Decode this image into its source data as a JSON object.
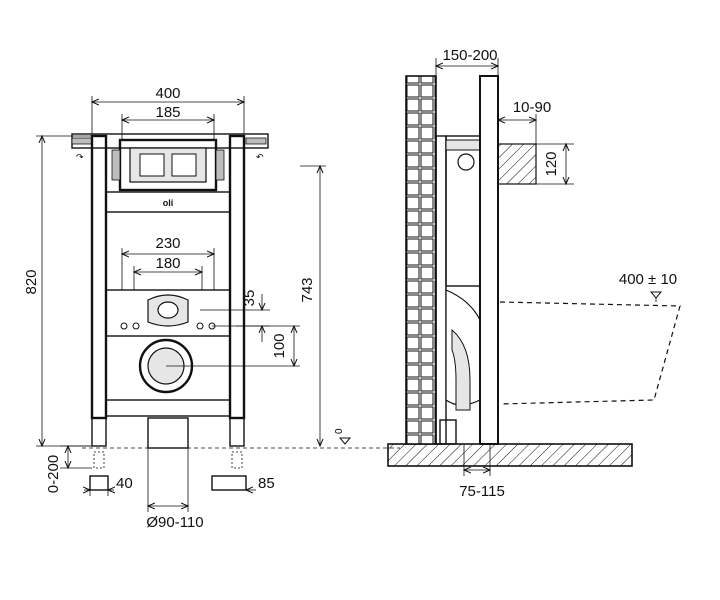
{
  "front_view": {
    "width_total": "400",
    "width_button": "185",
    "width_studs_outer": "230",
    "width_studs_inner": "180",
    "height_total": "820",
    "height_inlet": "743",
    "offset_35": "35",
    "offset_100": "100",
    "leg_adjust": "0-200",
    "leg_40": "40",
    "leg_85": "85",
    "drain_diameter": "Ø90-110",
    "logo": "oli"
  },
  "side_view": {
    "wall_depth": "150-200",
    "pipe_depth": "10-90",
    "pipe_height": "120",
    "seat_height": "400 ± 10",
    "floor_offset": "75-115"
  },
  "colors": {
    "line": "#111111",
    "fill_light": "#e6e6e6",
    "fill_mid": "#bdbdbd"
  }
}
